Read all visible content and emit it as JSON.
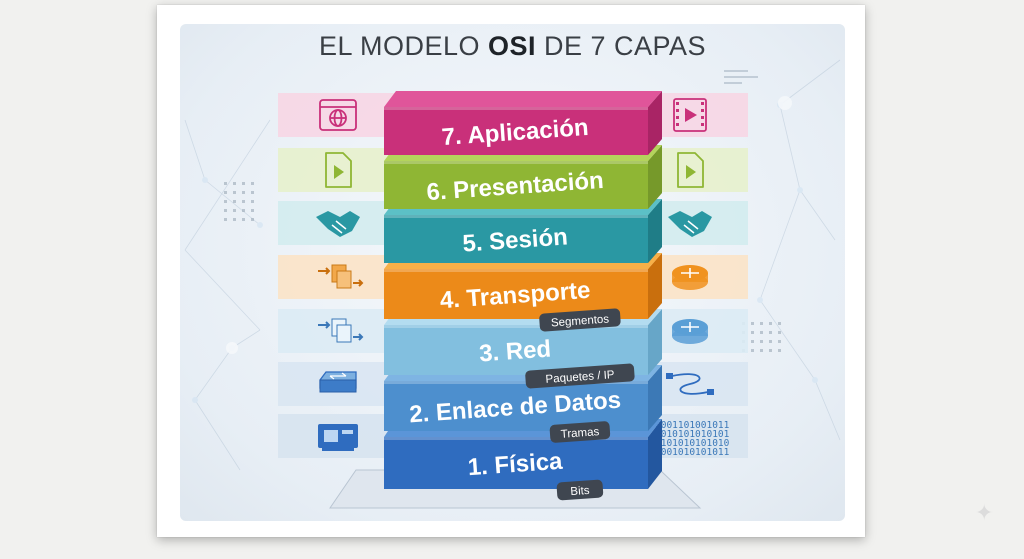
{
  "title": {
    "pre": "EL MODELO ",
    "bold": "OSI",
    "post": " DE 7 CAPAS"
  },
  "layers": [
    {
      "label": "7. Aplicación",
      "pdu": "",
      "top": "#e0559a",
      "front": "#c9307a",
      "side": "#a92465",
      "band": "#f7d6e4",
      "left_icon": "browser-globe-icon",
      "right_icon": "video-file-icon"
    },
    {
      "label": "6. Presentación",
      "pdu": "",
      "top": "#b4d45c",
      "front": "#8fb634",
      "side": "#76992a",
      "band": "#e7f1cc",
      "left_icon": "media-file-icon",
      "right_icon": "media-file-icon"
    },
    {
      "label": "5. Sesión",
      "pdu": "",
      "top": "#5cc0c6",
      "front": "#2a98a3",
      "side": "#1f7d87",
      "band": "#d3ecee",
      "left_icon": "handshake-icon",
      "right_icon": "handshake-icon"
    },
    {
      "label": "4. Transporte",
      "pdu": "Segmentos",
      "top": "#f7b048",
      "front": "#ec8a19",
      "side": "#c96f0d",
      "band": "#fbe3c6",
      "left_icon": "transfer-documents-icon",
      "right_icon": "router-icon"
    },
    {
      "label": "3. Red",
      "pdu": "Paquetes / IP",
      "top": "#b3dcf0",
      "front": "#82bfdf",
      "side": "#67a6c8",
      "band": "#dcebf4",
      "left_icon": "route-documents-icon",
      "right_icon": "router-icon"
    },
    {
      "label": "2. Enlace de Datos",
      "pdu": "Tramas",
      "top": "#7eb4e3",
      "front": "#4d8fce",
      "side": "#3c79b6",
      "band": "#d9e6f2",
      "left_icon": "switch-icon",
      "right_icon": "cable-icon"
    },
    {
      "label": "1. Física",
      "pdu": "Bits",
      "top": "#5b95d8",
      "front": "#2f6cbf",
      "side": "#23579f",
      "band": "#d7e3f0",
      "left_icon": "network-card-icon",
      "right_icon": "binary-data-icon"
    }
  ],
  "binary_rows": [
    "0001101001011",
    "1010101010101",
    "0101010101010",
    "0001010101011"
  ]
}
